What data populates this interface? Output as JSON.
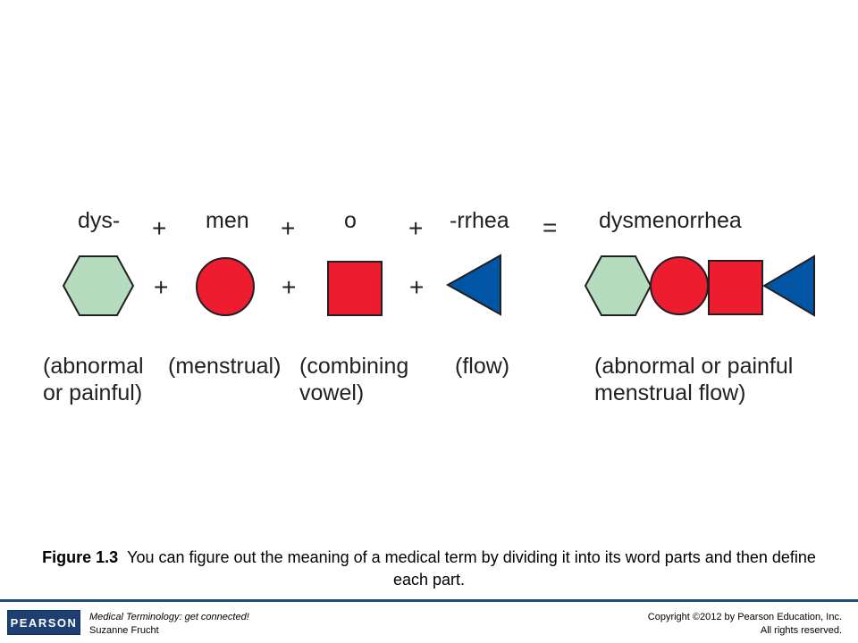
{
  "parts": [
    {
      "term": "dys-",
      "definition": [
        "(abnormal",
        " or painful)"
      ]
    },
    {
      "term": "men",
      "definition": [
        "(menstrual)"
      ]
    },
    {
      "term": "o",
      "definition": [
        "(combining",
        " vowel)"
      ]
    },
    {
      "term": "-rrhea",
      "definition": [
        "(flow)"
      ]
    }
  ],
  "plus": "+",
  "equals": "=",
  "result": {
    "term": "dysmenorrhea",
    "definition": [
      "(abnormal or painful",
      "menstrual flow)"
    ]
  },
  "icons": {
    "prefix": "hexagon-icon",
    "root": "circle-icon",
    "vowel": "square-icon",
    "suffix": "triangle-icon"
  },
  "colors": {
    "hexagon": "#b6dcc0",
    "circle": "#ed1c2e",
    "square": "#ed1c2e",
    "triangle": "#0055a5",
    "outline": "#231f20"
  },
  "caption": {
    "label": "Figure 1.3",
    "text": "You can figure out the meaning of a medical term by dividing it into its word parts and then define each part."
  },
  "footer": {
    "logo": "PEARSON",
    "book_title": "Medical Terminology: get connected!",
    "author": "Suzanne Frucht",
    "copyright": "Copyright ©2012 by Pearson Education, Inc.",
    "rights": "All rights reserved."
  }
}
